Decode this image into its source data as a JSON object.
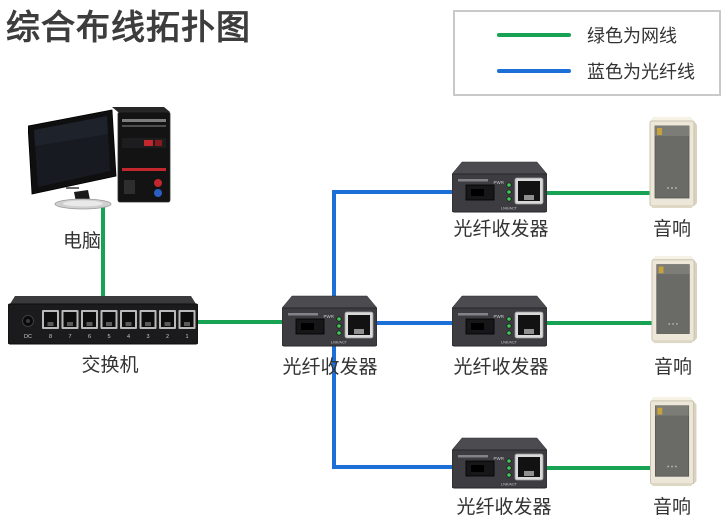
{
  "page": {
    "title": "综合布线拓扑图"
  },
  "colors": {
    "network_cable_green": "#17a353",
    "fiber_cable_blue": "#1c6fd6"
  },
  "legend": {
    "items": [
      {
        "label": "绿色为网线",
        "type": "network-cable"
      },
      {
        "label": "蓝色为光纤线",
        "type": "fiber-cable"
      }
    ]
  },
  "devices": {
    "computer": {
      "label": "电脑"
    },
    "switch": {
      "label": "交换机",
      "dc_label": "DC",
      "port_numbers": [
        "8",
        "7",
        "6",
        "5",
        "4",
        "3",
        "2",
        "1"
      ]
    },
    "transceiver_common": {
      "pwr_label": "PWR",
      "lnk_label": "LNK/ACT"
    },
    "transceivers": [
      {
        "position": "central",
        "label": "光纤收发器"
      },
      {
        "position": "top",
        "label": "光纤收发器"
      },
      {
        "position": "middle",
        "label": "光纤收发器"
      },
      {
        "position": "bottom",
        "label": "光纤收发器"
      }
    ],
    "speakers": [
      {
        "position": "top",
        "label": "音响"
      },
      {
        "position": "middle",
        "label": "音响"
      },
      {
        "position": "bottom",
        "label": "音响"
      }
    ]
  }
}
